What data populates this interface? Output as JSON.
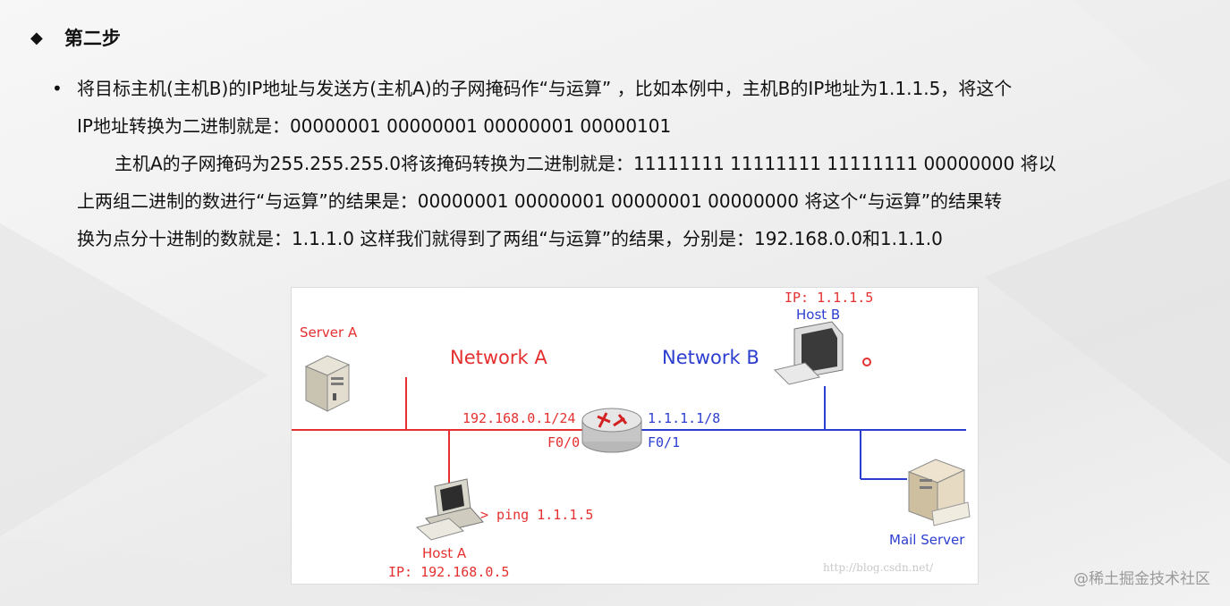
{
  "heading": {
    "bullet": "◆",
    "title": "第二步"
  },
  "paragraph": {
    "bullet": "•",
    "lines": [
      "将目标主机(主机B)的IP地址与发送方(主机A)的子网掩码作“与运算” ，比如本例中，主机B的IP地址为1.1.1.5，将这个",
      "IP地址转换为二进制就是：00000001 00000001 00000001 00000101",
      "主机A的子网掩码为255.255.255.0将该掩码转换为二进制就是：11111111 11111111 11111111 00000000 将以",
      "上两组二进制的数进行“与运算”的结果是：00000001 00000001 00000001 00000000 将这个“与运算”的结果转",
      "换为点分十进制的数就是：1.1.1.0 这样我们就得到了两组“与运算”的结果，分别是：192.168.0.0和1.1.1.0"
    ]
  },
  "diagram": {
    "server_a": "Server A",
    "network_a": "Network A",
    "network_b": "Network B",
    "host_b_ip": "IP: 1.1.1.5",
    "host_b": "Host B",
    "router_ip_a": "192.168.0.1/24",
    "router_ip_b": "1.1.1.1/8",
    "port_a": "F0/0",
    "port_b": "F0/1",
    "ping": "> ping 1.1.1.5",
    "host_a": "Host A",
    "host_a_ip": "IP: 192.168.0.5",
    "mail_server": "Mail Server",
    "url": "http://blog.csdn.net/",
    "colors": {
      "network_a": "#e53030",
      "network_b": "#2c3ed0"
    }
  },
  "footer": {
    "watermark": "@稀土掘金技术社区"
  }
}
